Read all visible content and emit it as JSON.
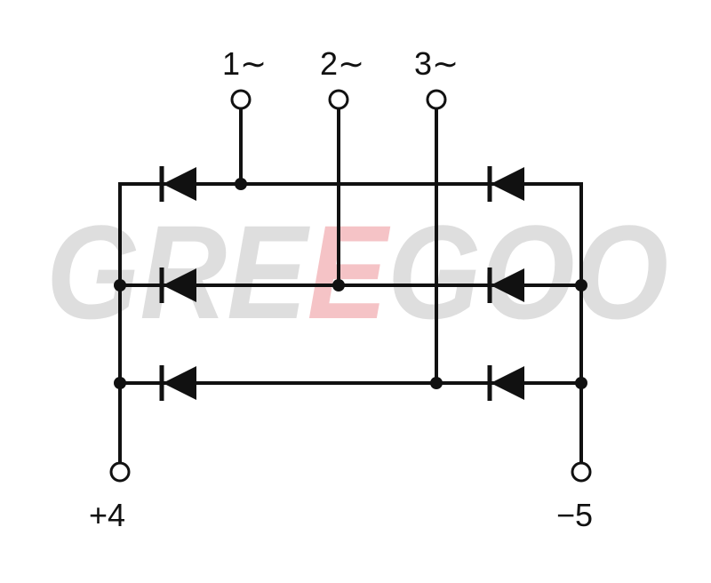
{
  "watermark": {
    "parts": [
      "GRE",
      "E",
      "GOO"
    ],
    "colors": {
      "gray": "#dedede",
      "pink": "#f5c3c6"
    }
  },
  "terminals": {
    "ac1": "1∼",
    "ac2": "2∼",
    "ac3": "3∼",
    "dc_pos": "+4",
    "dc_neg": "−5"
  }
}
